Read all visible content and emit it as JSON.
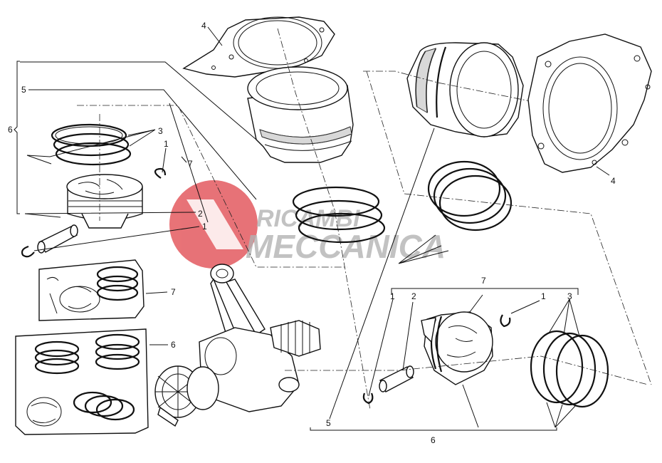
{
  "diagram": {
    "callouts": {
      "c4_top": "4",
      "c5_left": "5",
      "c6_left": "6",
      "c3_left": "3",
      "c1_left": "1",
      "c7_left": "7",
      "c2_left": "2",
      "c1b_left": "1",
      "c7_kit": "7",
      "c6_kit": "6",
      "c4_right": "4",
      "c7_bracket": "7",
      "c1_right_a": "1",
      "c2_right": "2",
      "c1_right_b": "1",
      "c3_right": "3",
      "c5_bottom": "5",
      "c6_bottom": "6"
    },
    "watermark": {
      "line1": "RICAMBI",
      "line2": "MECCANICA",
      "color_red": "#e0444a",
      "color_gray": "#9a9a9a"
    }
  }
}
